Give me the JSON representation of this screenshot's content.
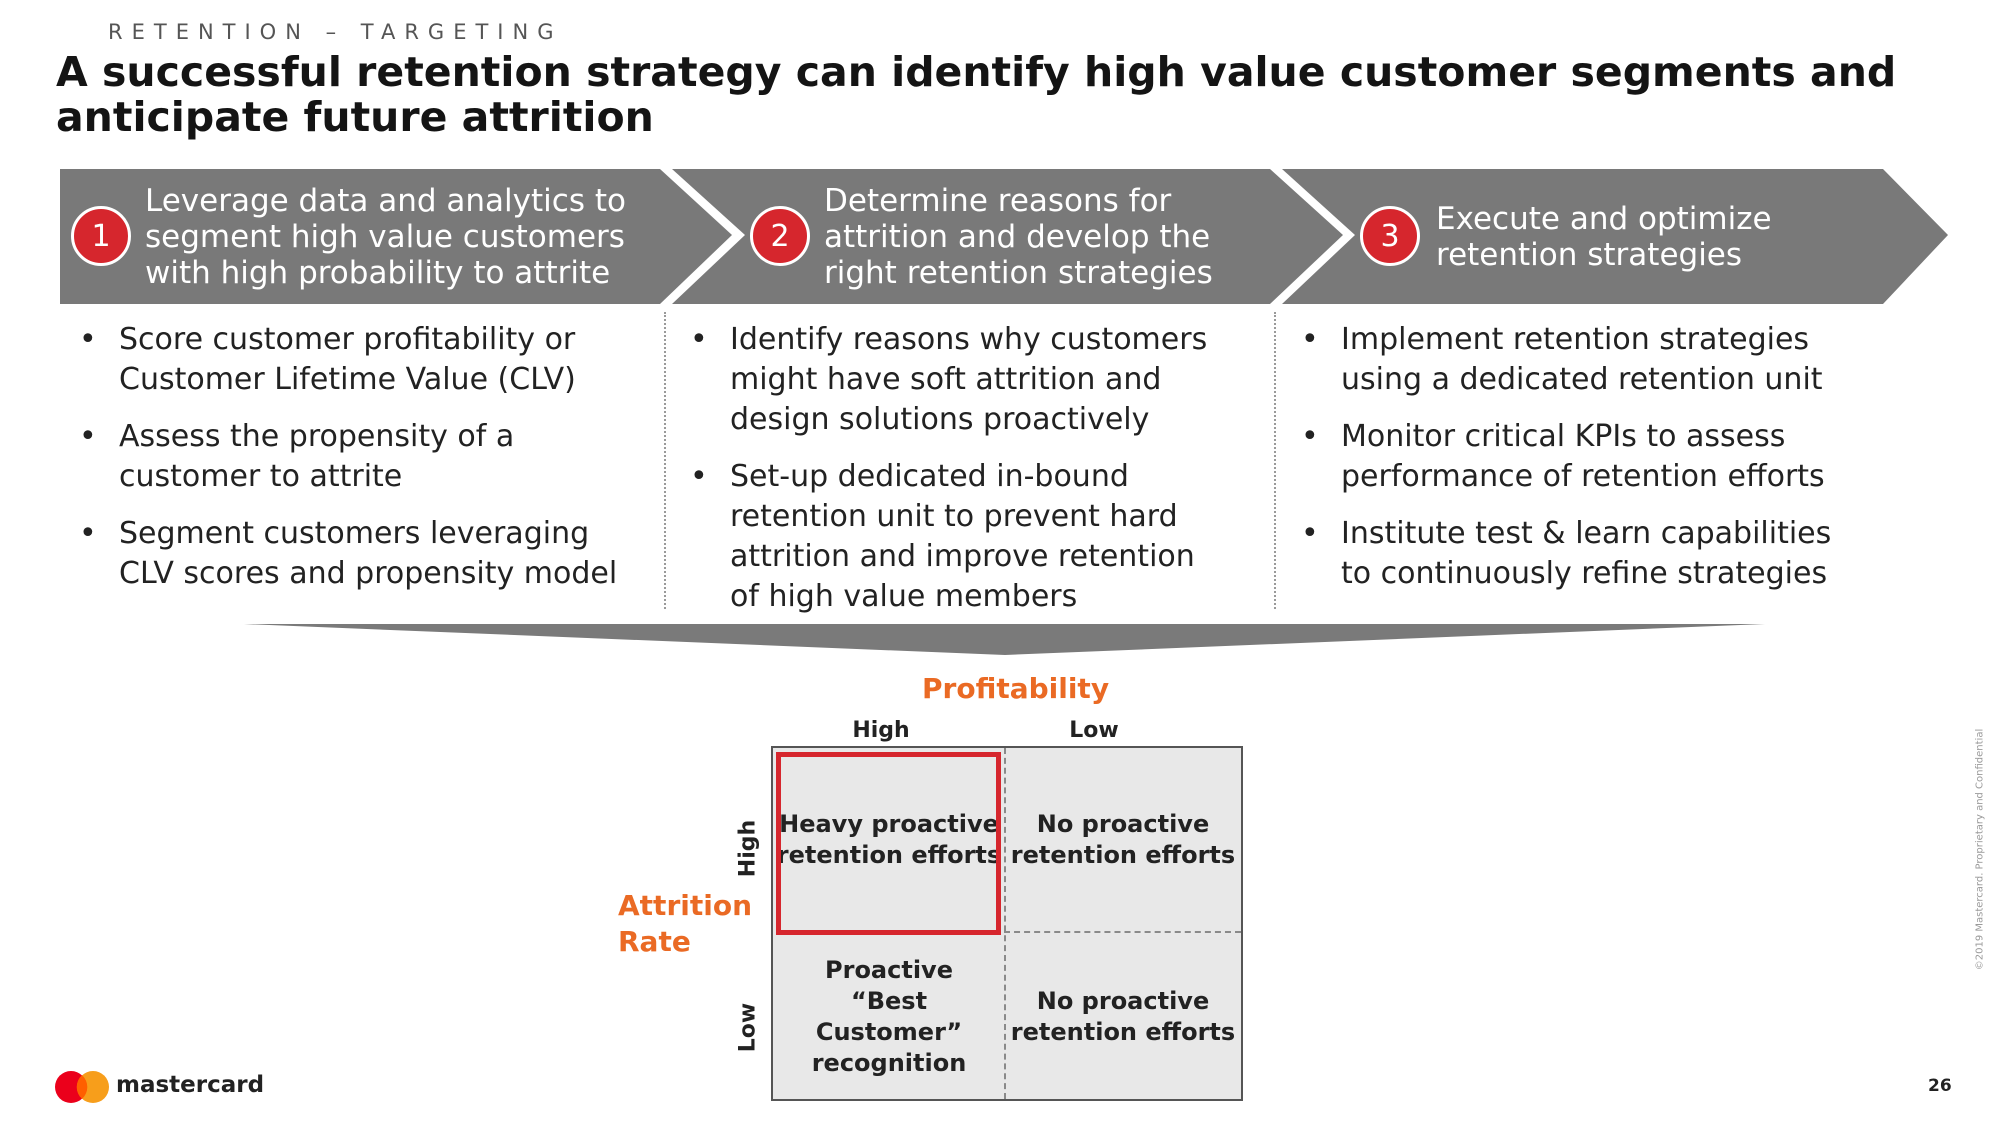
{
  "header": {
    "eyebrow": "RETENTION – TARGETING",
    "title": "A successful retention strategy can identify high value customer segments and anticipate future attrition"
  },
  "steps": [
    {
      "number": "1",
      "title_lines": [
        "Leverage data and analytics to",
        "segment high value customers",
        "with high probability to attrite"
      ],
      "bullets": [
        [
          "Score customer profitability or",
          "Customer Lifetime Value (CLV)"
        ],
        [
          "Assess the propensity of a",
          "customer to attrite"
        ],
        [
          "Segment customers leveraging",
          "CLV scores and propensity model"
        ]
      ]
    },
    {
      "number": "2",
      "title_lines": [
        "Determine reasons for",
        "attrition and develop the",
        "right retention strategies"
      ],
      "bullets": [
        [
          "Identify reasons why customers",
          "might have soft attrition and",
          "design solutions proactively"
        ],
        [
          "Set-up dedicated in-bound",
          "retention unit to prevent hard",
          "attrition and improve retention",
          "of high value members"
        ]
      ]
    },
    {
      "number": "3",
      "title_lines": [
        "Execute and optimize",
        "retention strategies"
      ],
      "bullets": [
        [
          "Implement retention strategies",
          "using a dedicated retention unit"
        ],
        [
          "Monitor critical KPIs to assess",
          "performance of retention efforts"
        ],
        [
          "Institute test & learn capabilities",
          "to continuously refine strategies"
        ]
      ]
    }
  ],
  "matrix": {
    "x_axis_label": "Profitability",
    "y_axis_label_lines": [
      "Attrition",
      "Rate"
    ],
    "col_high": "High",
    "col_low": "Low",
    "row_high": "High",
    "row_low": "Low",
    "cells": {
      "high_high": "Heavy proactive\nretention efforts",
      "high_low": "No proactive\nretention efforts",
      "low_high": "Proactive\n“Best\nCustomer”\nrecognition",
      "low_low": "No proactive\nretention efforts"
    },
    "highlight_cell": "high_high"
  },
  "footer": {
    "logo_text": "mastercard",
    "page_number": "26",
    "copyright": "©2019 Mastercard. Proprietary and Confidential"
  },
  "colors": {
    "chevron": "#797979",
    "step_circle": "#d6262d",
    "accent_orange": "#ea6a24",
    "highlight_border": "#d6262d",
    "logo_red": "#eb001b",
    "logo_orange": "#f79e1b",
    "logo_overlap": "#ff5f00"
  }
}
